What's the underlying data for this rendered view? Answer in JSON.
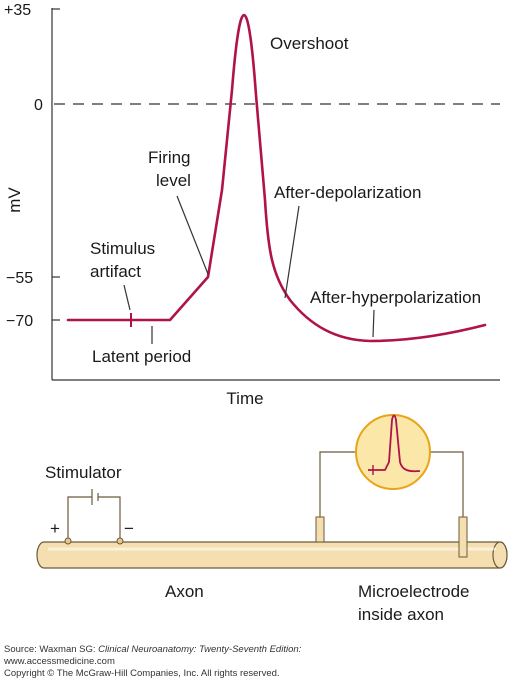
{
  "graph": {
    "y_axis_label": "mV",
    "y_ticks": [
      "+35",
      "0",
      "−55",
      "−70"
    ],
    "x_axis_label": "Time",
    "trace_color": "#b0124b",
    "annotations": {
      "overshoot": "Overshoot",
      "firing_level_1": "Firing",
      "firing_level_2": "level",
      "after_depolarization": "After-depolarization",
      "stimulus_artifact_1": "Stimulus",
      "stimulus_artifact_2": "artifact",
      "after_hyperpolarization": "After-hyperpolarization",
      "latent_period": "Latent period"
    }
  },
  "apparatus": {
    "stimulator_label": "Stimulator",
    "plus_sign": "+",
    "minus_sign": "−",
    "axon_label": "Axon",
    "microelectrode_label_1": "Microelectrode",
    "microelectrode_label_2": "inside axon",
    "axon_color": "#f5dfb0",
    "scope_color": "#fbe7a8"
  },
  "caption": {
    "source_prefix": "Source: Waxman SG: ",
    "source_title": "Clinical Neuroanatomy: Twenty-Seventh Edition:",
    "url": "www.accessmedicine.com",
    "copyright": "Copyright © The McGraw-Hill Companies, Inc. All rights reserved."
  }
}
